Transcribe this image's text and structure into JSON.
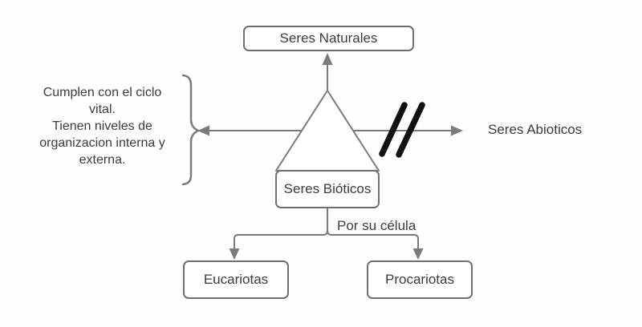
{
  "diagram": {
    "root_box": {
      "label": "Seres Naturales"
    },
    "left_note": {
      "text": "Cumplen con el ciclo\nvital.\nTienen niveles de\norganizacion interna y\nexterna."
    },
    "right_label": "Seres Abioticos",
    "center_box": {
      "label": "Seres Bióticos"
    },
    "branch_label": "Por su célula",
    "children": [
      {
        "label": "Eucariotas"
      },
      {
        "label": "Procariotas"
      }
    ],
    "colors": {
      "line": "#7b7b7b",
      "border": "#6f6f6f",
      "text": "#3b3b3b",
      "slash": "#111111",
      "background": "#fefefe",
      "box_fill": "#ffffff"
    }
  }
}
